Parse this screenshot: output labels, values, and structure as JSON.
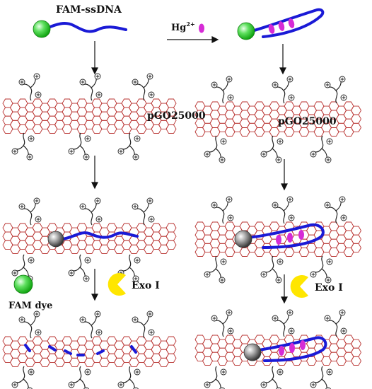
{
  "labels": {
    "probe": "FAM-ssDNA",
    "ion": "Hg",
    "ion_charge": "2+",
    "sheet_left": "pGO25000",
    "sheet_right": "pGO25000",
    "enzyme_left": "Exo I",
    "enzyme_right": "Exo I",
    "dye": "FAM dye"
  },
  "colors": {
    "graphene": "#b8312f",
    "dna": "#1a1ad6",
    "fluorophore": "#2ecc40",
    "quenched": "#8a8a8a",
    "mercury": "#d62bd6",
    "enzyme": "#ffe600",
    "polymer": "#222222"
  }
}
